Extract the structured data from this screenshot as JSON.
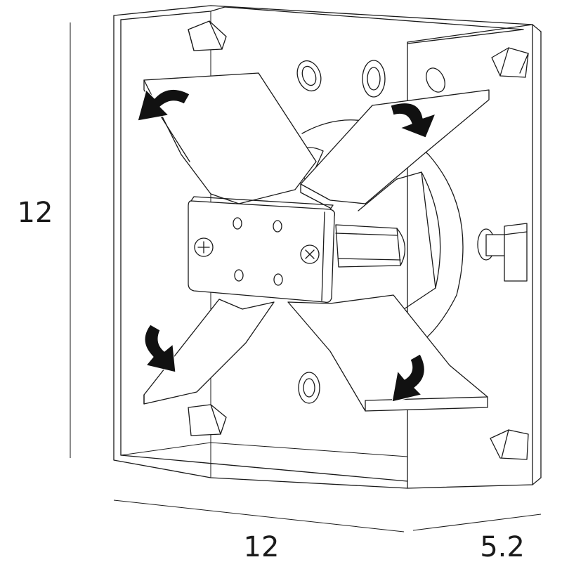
{
  "dimensions": {
    "height_label": "12",
    "width_label": "12",
    "depth_label": "5.2"
  }
}
